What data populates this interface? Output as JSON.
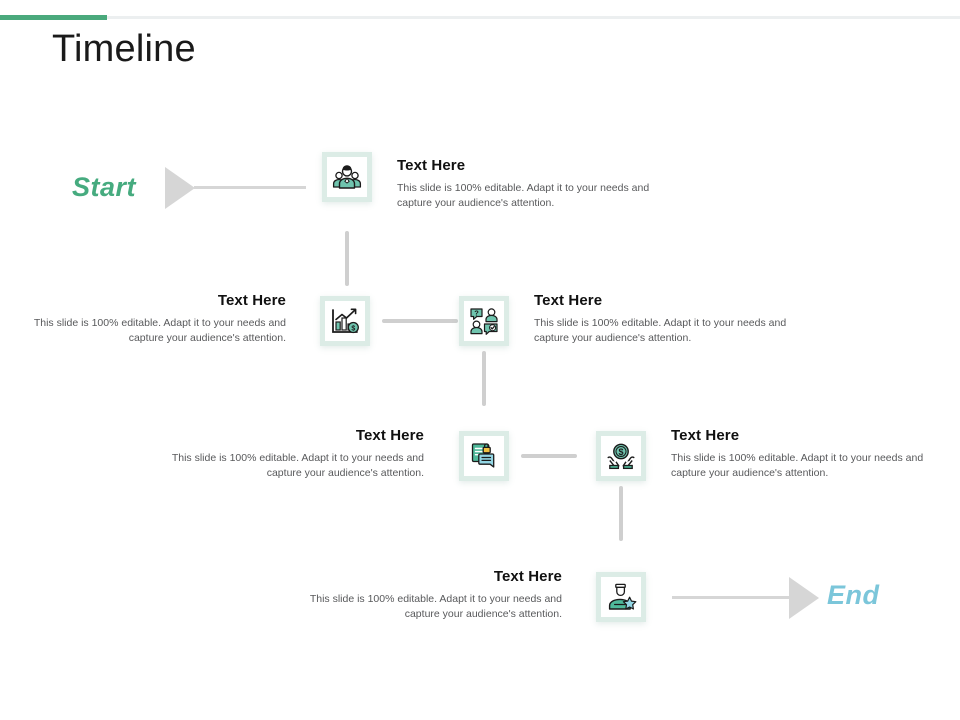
{
  "slide": {
    "title": "Timeline",
    "accent_color": "#4aa97c",
    "connector_color": "#cfcfcf",
    "tile_border_color": "#dcece6"
  },
  "endpoints": {
    "start": {
      "label": "Start",
      "color": "#46ab7f"
    },
    "end": {
      "label": "End",
      "color": "#7bc6da"
    }
  },
  "body_text": "This slide is 100% editable. Adapt it to your needs and capture your audience's attention.",
  "steps": [
    {
      "heading": "Text Here",
      "body": "This slide is 100% editable. Adapt it to your needs and capture your audience's attention.",
      "icon": "team-group-icon",
      "align": "left"
    },
    {
      "heading": "Text Here",
      "body": "This slide is 100% editable. Adapt it to your needs and capture your audience's attention.",
      "icon": "growth-bar-chart-icon",
      "align": "right"
    },
    {
      "heading": "Text Here",
      "body": "This slide is 100% editable. Adapt it to your needs and capture your audience's attention.",
      "icon": "consultation-speech-icon",
      "align": "left"
    },
    {
      "heading": "Text Here",
      "body": "This slide is 100% editable. Adapt it to your needs and capture your audience's attention.",
      "icon": "secure-documents-icon",
      "align": "right"
    },
    {
      "heading": "Text Here",
      "body": "This slide is 100% editable. Adapt it to your needs and capture your audience's attention.",
      "icon": "money-in-hands-icon",
      "align": "left"
    },
    {
      "heading": "Text Here",
      "body": "This slide is 100% editable. Adapt it to your needs and capture your audience's attention.",
      "icon": "expert-person-star-icon",
      "align": "right"
    }
  ]
}
